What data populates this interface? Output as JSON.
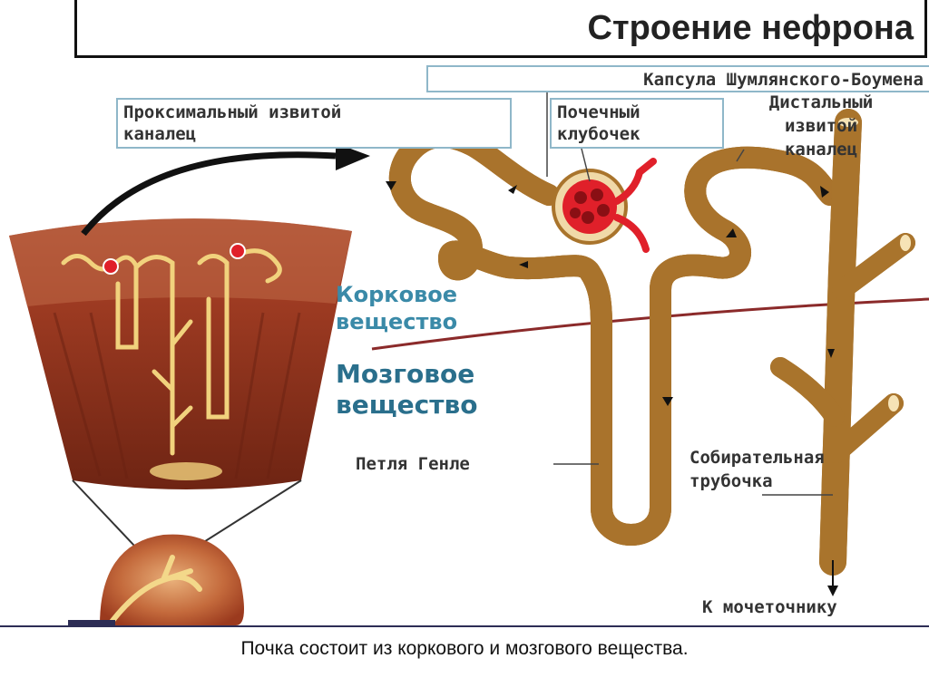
{
  "title": "Строение нефрона",
  "labels": {
    "capsule": "Капсула Шумлянского-Боумена",
    "proximal": [
      "Проксимальный извитой",
      "каналец"
    ],
    "glomerulus": [
      "Почечный",
      "клубочек"
    ],
    "distal": [
      "Дистальный",
      "извитой",
      "каналец"
    ],
    "cortex": [
      "Корковое",
      "вещество"
    ],
    "medulla": [
      "Мозговое",
      "вещество"
    ],
    "loop": "Петля Генле",
    "collecting": [
      "Собирательная",
      "трубочка"
    ],
    "ureter": "К мочеточнику"
  },
  "caption": "Почка состоит из коркового и мозгового вещества.",
  "colors": {
    "tubule": "#e2b46a",
    "tubule_edge": "#a9742c",
    "cortex_blue": "#3a8aa8",
    "medulla_blue": "#2a6f8c",
    "tissue": "#9e3b22",
    "tissue_dark": "#7d2a16",
    "vessel": "#e0202a",
    "boundary": "#8b2a2a"
  }
}
